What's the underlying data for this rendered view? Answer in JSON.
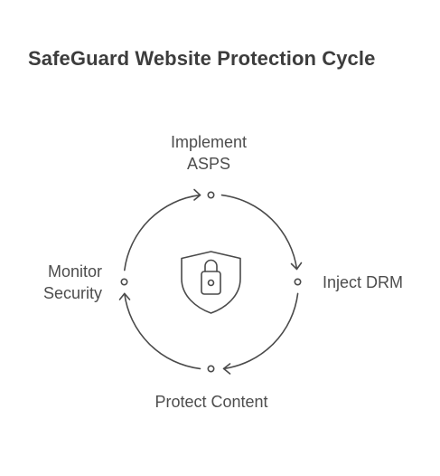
{
  "title": "SafeGuard Website Protection Cycle",
  "nodes": {
    "top": {
      "line1": "Implement",
      "line2": "ASPS"
    },
    "right": {
      "line1": "Inject DRM"
    },
    "bottom": {
      "line1": "Protect Content"
    },
    "left": {
      "line1": "Monitor",
      "line2": "Security"
    }
  },
  "center_icon": "shield-lock-icon",
  "colors": {
    "stroke": "#4a4a4a",
    "title": "#3d3d3d",
    "text": "#4d4d4d",
    "background": "#ffffff"
  }
}
